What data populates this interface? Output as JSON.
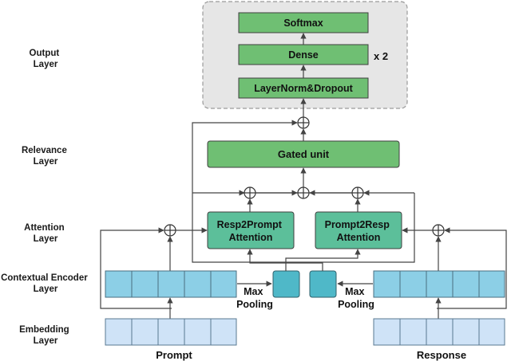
{
  "layers": {
    "output": [
      "Output",
      "Layer"
    ],
    "relevance": [
      "Relevance",
      "Layer"
    ],
    "attention": [
      "Attention",
      "Layer"
    ],
    "encoder": [
      "Contextual Encoder",
      "Layer"
    ],
    "embedding": [
      "Embedding",
      "Layer"
    ]
  },
  "output_block": {
    "softmax": "Softmax",
    "dense": "Dense",
    "layernorm": "LayerNorm&Dropout",
    "repeat": "x 2"
  },
  "gated_unit": "Gated unit",
  "attention_blocks": {
    "resp2prompt": [
      "Resp2Prompt",
      "Attention"
    ],
    "prompt2resp": [
      "Prompt2Resp",
      "Attention"
    ]
  },
  "pooling": {
    "left": [
      "Max",
      "Pooling"
    ],
    "right": [
      "Max",
      "Pooling"
    ]
  },
  "inputs": {
    "prompt": "Prompt",
    "response": "Response"
  },
  "colors": {
    "green_box": "#6fbf73",
    "teal_box": "#5cbf9a",
    "encoder_cell": "#8ccfe6",
    "embed_cell": "#cfe3f7",
    "pool_cell": "#4fb8c8",
    "output_bg": "#e6e6e6"
  }
}
